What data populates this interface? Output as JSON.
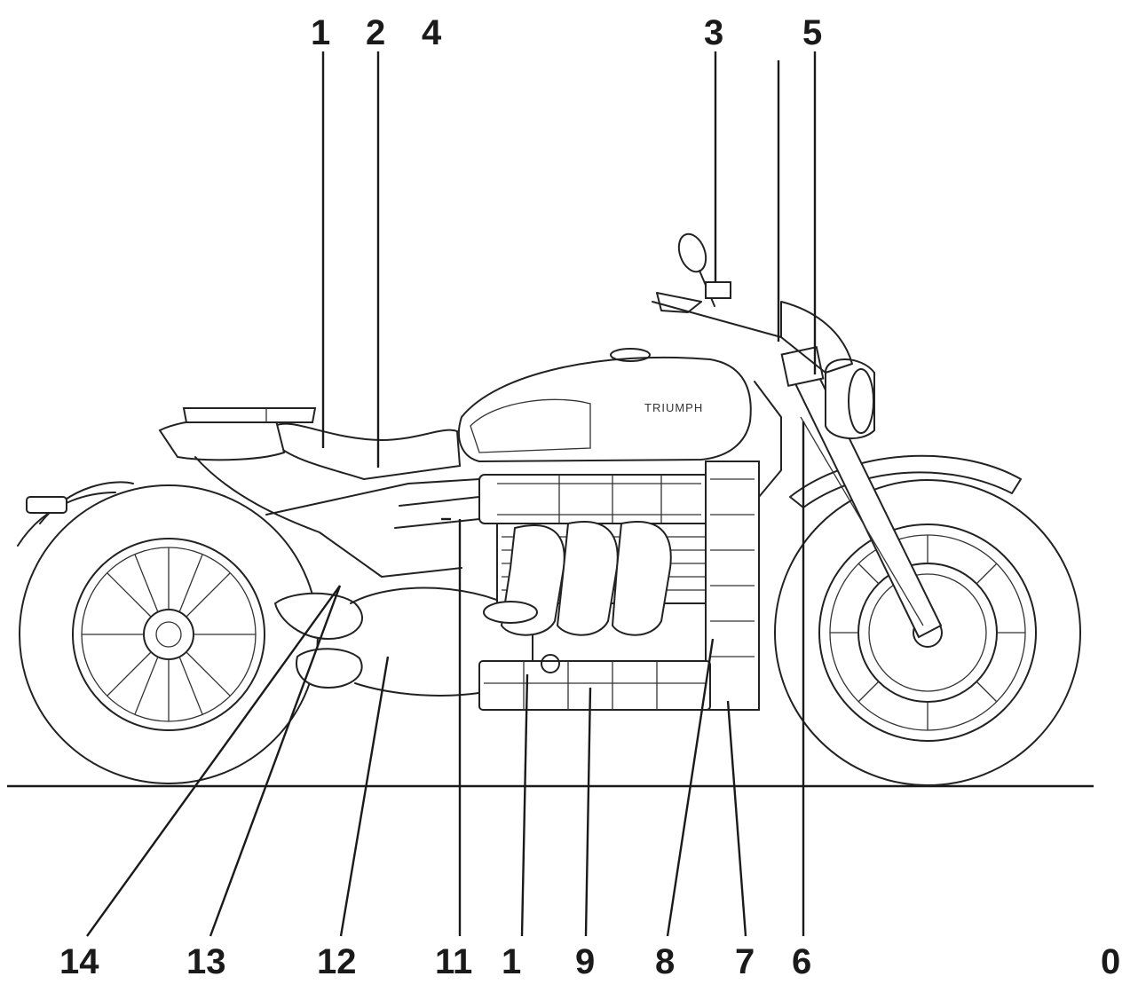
{
  "diagram": {
    "tank_logo": "TRIUMPH",
    "callouts_top": [
      {
        "key": "c1",
        "label": "1"
      },
      {
        "key": "c2",
        "label": "2"
      },
      {
        "key": "c4",
        "label": "4"
      },
      {
        "key": "c3",
        "label": "3"
      },
      {
        "key": "c5",
        "label": "5"
      }
    ],
    "callouts_bottom": [
      {
        "key": "c14",
        "label": "14"
      },
      {
        "key": "c13",
        "label": "13"
      },
      {
        "key": "c12",
        "label": "12"
      },
      {
        "key": "c11",
        "label": "11"
      },
      {
        "key": "c1b",
        "label": "1"
      },
      {
        "key": "c9",
        "label": "9"
      },
      {
        "key": "c8",
        "label": "8"
      },
      {
        "key": "c7",
        "label": "7"
      },
      {
        "key": "c6",
        "label": "6"
      }
    ],
    "page_marker": "0"
  }
}
